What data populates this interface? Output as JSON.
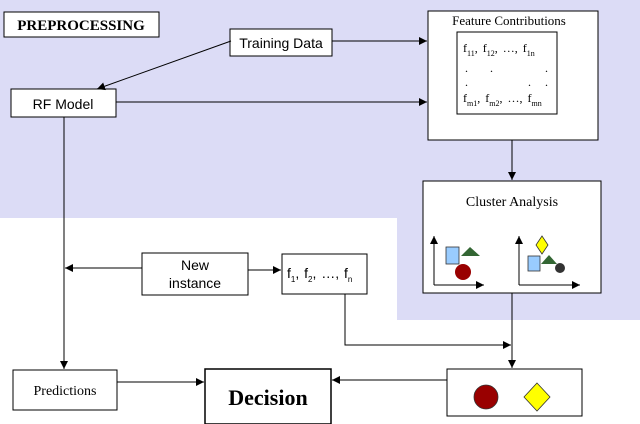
{
  "colors": {
    "region": "#dcdcf6",
    "blue_square": "#99ccff",
    "green_triangle": "#336633",
    "red_circle": "#990000",
    "yellow_diamond": "#ffff00",
    "dark_circle": "#333333"
  },
  "header": {
    "title": "PREPROCESSING"
  },
  "nodes": {
    "training_data": "Training Data",
    "rf_model": "RF Model",
    "feature_contributions": {
      "title": "Feature Contributions",
      "row1": {
        "a": "f",
        "a_sub": "11",
        "b": "f",
        "b_sub": "12",
        "c": "f",
        "c_sub": "1n"
      },
      "rowm": {
        "a": "f",
        "a_sub": "m1",
        "b": "f",
        "b_sub": "m2",
        "c": "f",
        "c_sub": "mn"
      },
      "sep": ",",
      "dots": "…",
      "dot": "."
    },
    "cluster_analysis": "Cluster Analysis",
    "new_instance_line1": "New",
    "new_instance_line2": "instance",
    "features": {
      "f": "f",
      "s1": "1",
      "s2": "2",
      "sn": "n",
      "sep": ",",
      "dots": "…"
    },
    "predictions": "Predictions",
    "decision": "Decision"
  }
}
